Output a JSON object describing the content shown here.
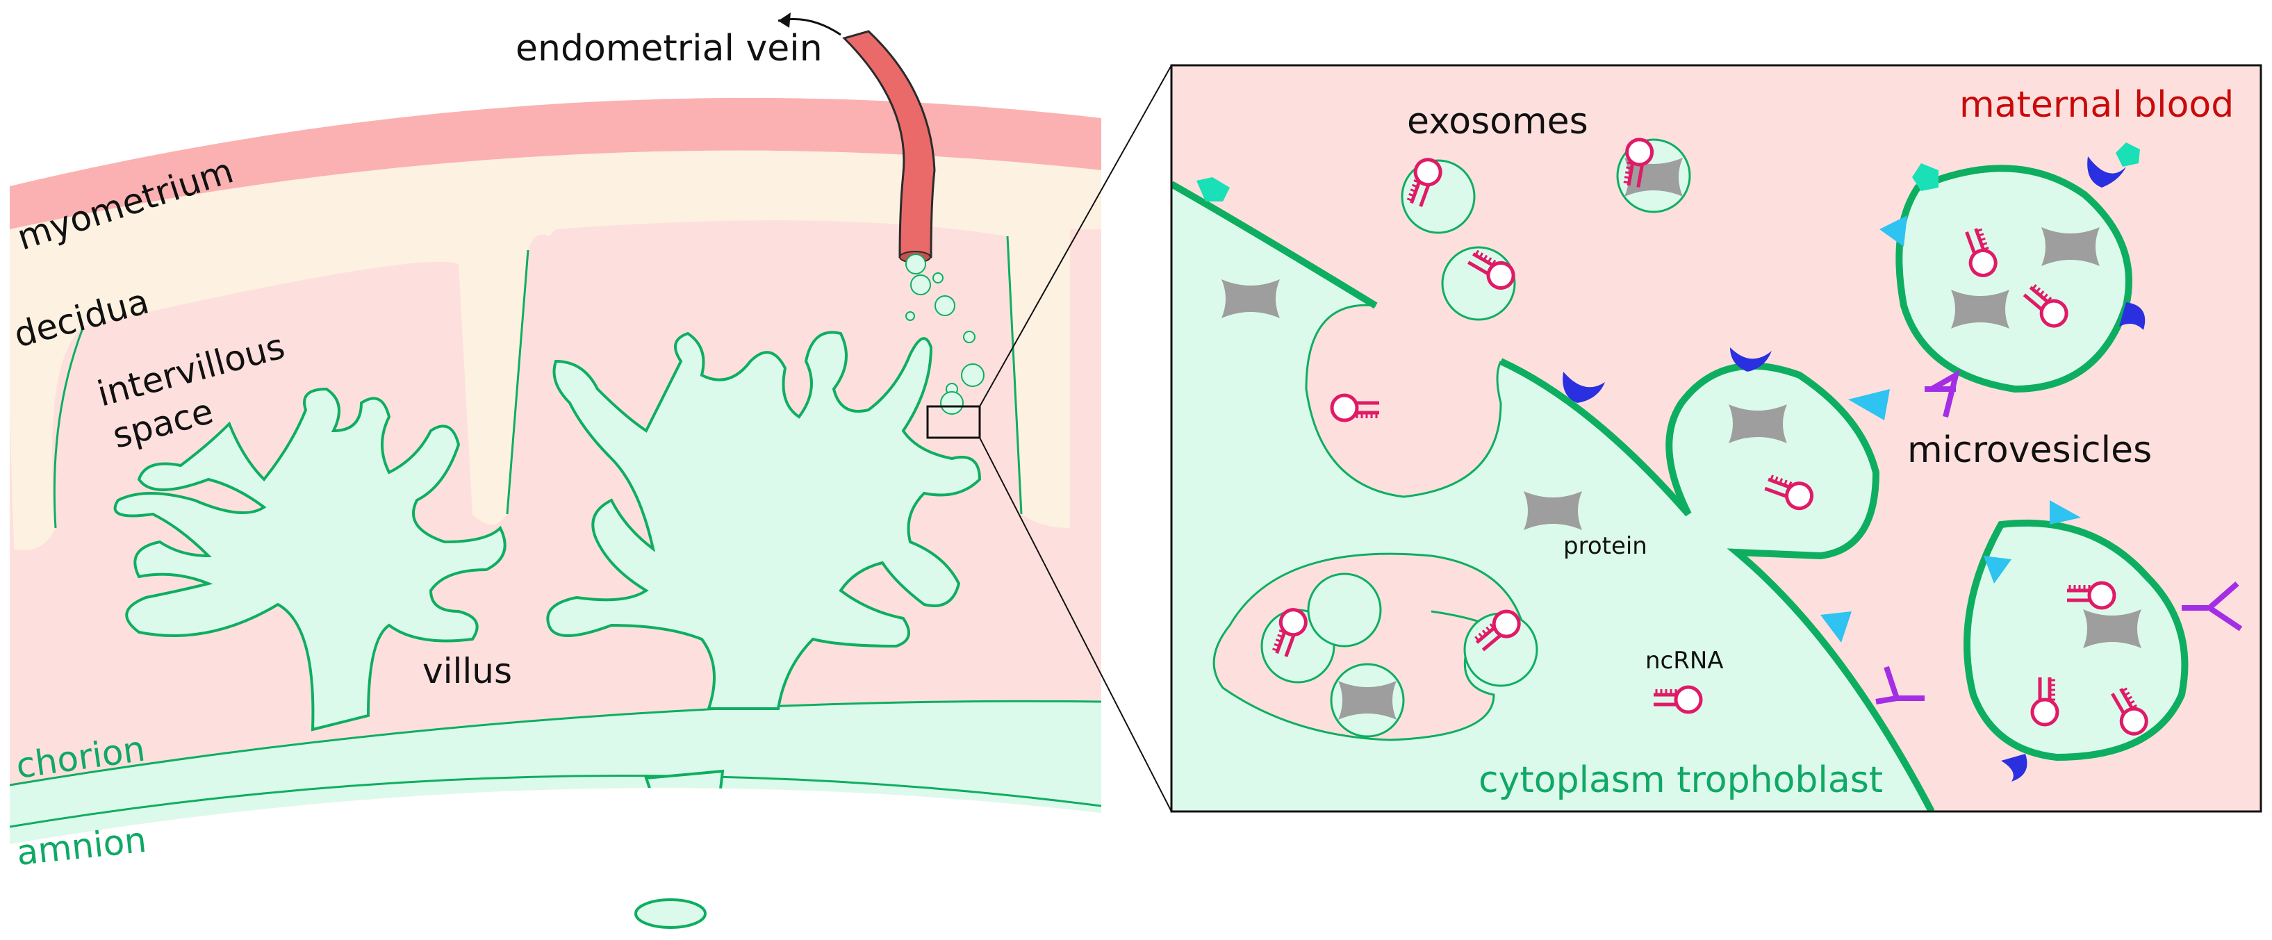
{
  "labels": {
    "endometrial_vein": "endometrial vein",
    "myometrium": "myometrium",
    "decidua": "decidua",
    "intervillous_space_line1": "intervillous",
    "intervillous_space_line2": "space",
    "villus": "villus",
    "chorion": "chorion",
    "amnion": "amnion"
  },
  "inset": {
    "maternal_blood": "maternal blood",
    "exosomes": "exosomes",
    "microvesicles": "microvesicles",
    "protein": "protein",
    "ncrna": "ncRNA",
    "cytoplasm_trophoblast": "cytoplasm trophoblast"
  },
  "colors": {
    "myometrium": "#fbb1b1",
    "decidua": "#fdf1e1",
    "maternal_blood": "#fde0de",
    "trophoblast": "#dcfaec",
    "membrane": "#0eae61",
    "vein": "#ea6a6a",
    "rna": "#e01a66",
    "protein": "#9e9e9e",
    "marker_cyan": "#2ec3f0",
    "marker_teal": "#19e0b6",
    "marker_blue": "#2a2fe0",
    "marker_purple": "#a42ee5",
    "label_green": "#0fa865",
    "label_red": "#c80a0a"
  }
}
